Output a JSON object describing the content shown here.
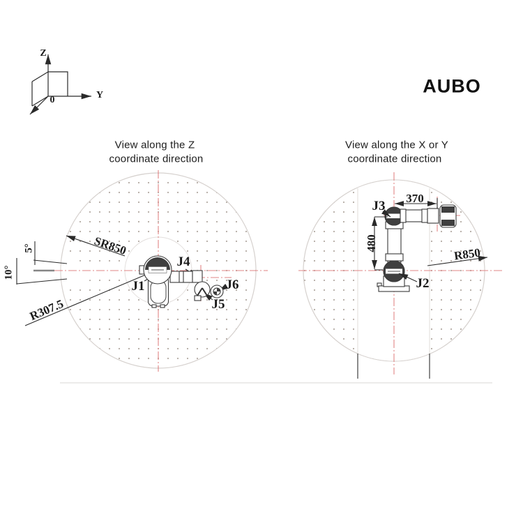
{
  "brand": {
    "logo": "AUBO"
  },
  "axis_indicator": {
    "z_label": "Z",
    "y_label": "Y",
    "origin_label": "0"
  },
  "left_view": {
    "title_line1": "View along the Z",
    "title_line2": "coordinate direction",
    "labels": {
      "sphere_radius": "SR850",
      "inner_radius": "R307.5",
      "angle_top": "5°",
      "angle_bottom": "10°",
      "j1": "J1",
      "j4": "J4",
      "j5": "J5",
      "j6": "J6"
    }
  },
  "right_view": {
    "title_line1": "View along the X or Y",
    "title_line2": "coordinate direction",
    "labels": {
      "reach_radius": "R850",
      "dim_horizontal": "370",
      "dim_vertical": "480",
      "j2": "J2",
      "j3": "J3"
    }
  },
  "colors": {
    "centerline_red": "#e28585",
    "linework": "#2a2a2a",
    "workspace_outline": "#d6d1ce",
    "dot": "#b3aaa3"
  }
}
